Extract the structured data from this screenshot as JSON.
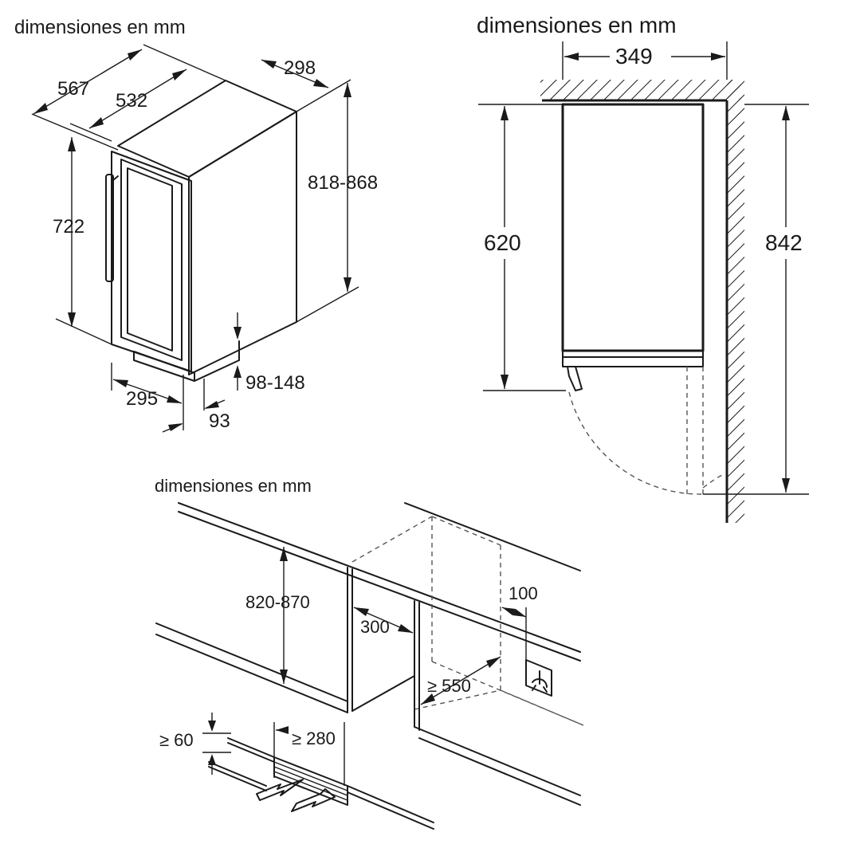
{
  "views": {
    "iso": {
      "title": "dimensiones en mm",
      "dims": {
        "depth_total": "567",
        "depth_body": "532",
        "width": "298",
        "height_total": "818-868",
        "door_height": "722",
        "feet": "98-148",
        "door_width": "295",
        "door_offset": "93"
      }
    },
    "top": {
      "title": "dimensiones en mm",
      "dims": {
        "width": "349",
        "depth": "620",
        "depth_open": "842"
      }
    },
    "install": {
      "title": "dimensiones en mm",
      "dims": {
        "niche_height": "820-870",
        "niche_width": "300",
        "socket_offset": "100",
        "niche_depth": "≥ 550",
        "vent_height": "≥ 60",
        "vent_width": "≥ 280"
      }
    }
  }
}
